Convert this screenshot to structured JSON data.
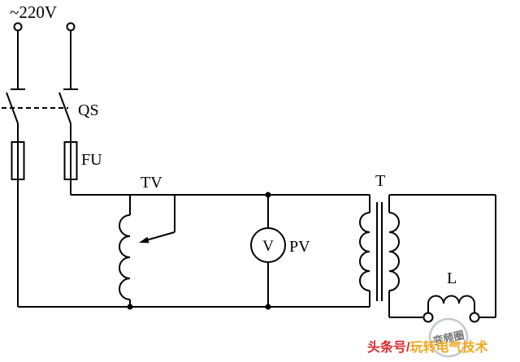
{
  "diagram": {
    "source_label": "~220V",
    "switch_label": "QS",
    "fuse_label": "FU",
    "variac_label": "TV",
    "voltmeter_symbol": "V",
    "voltmeter_label": "PV",
    "transformer_label": "T",
    "inductor_label": "L",
    "line_color": "#000000",
    "background": "#ffffff"
  },
  "watermark": {
    "prefix": "头条号/",
    "account": "玩转电气技术",
    "badge": "变频圈",
    "prefix_color": "#d92b2b",
    "account_color": "#f0a81e",
    "badge_color": "#98a0a6"
  }
}
